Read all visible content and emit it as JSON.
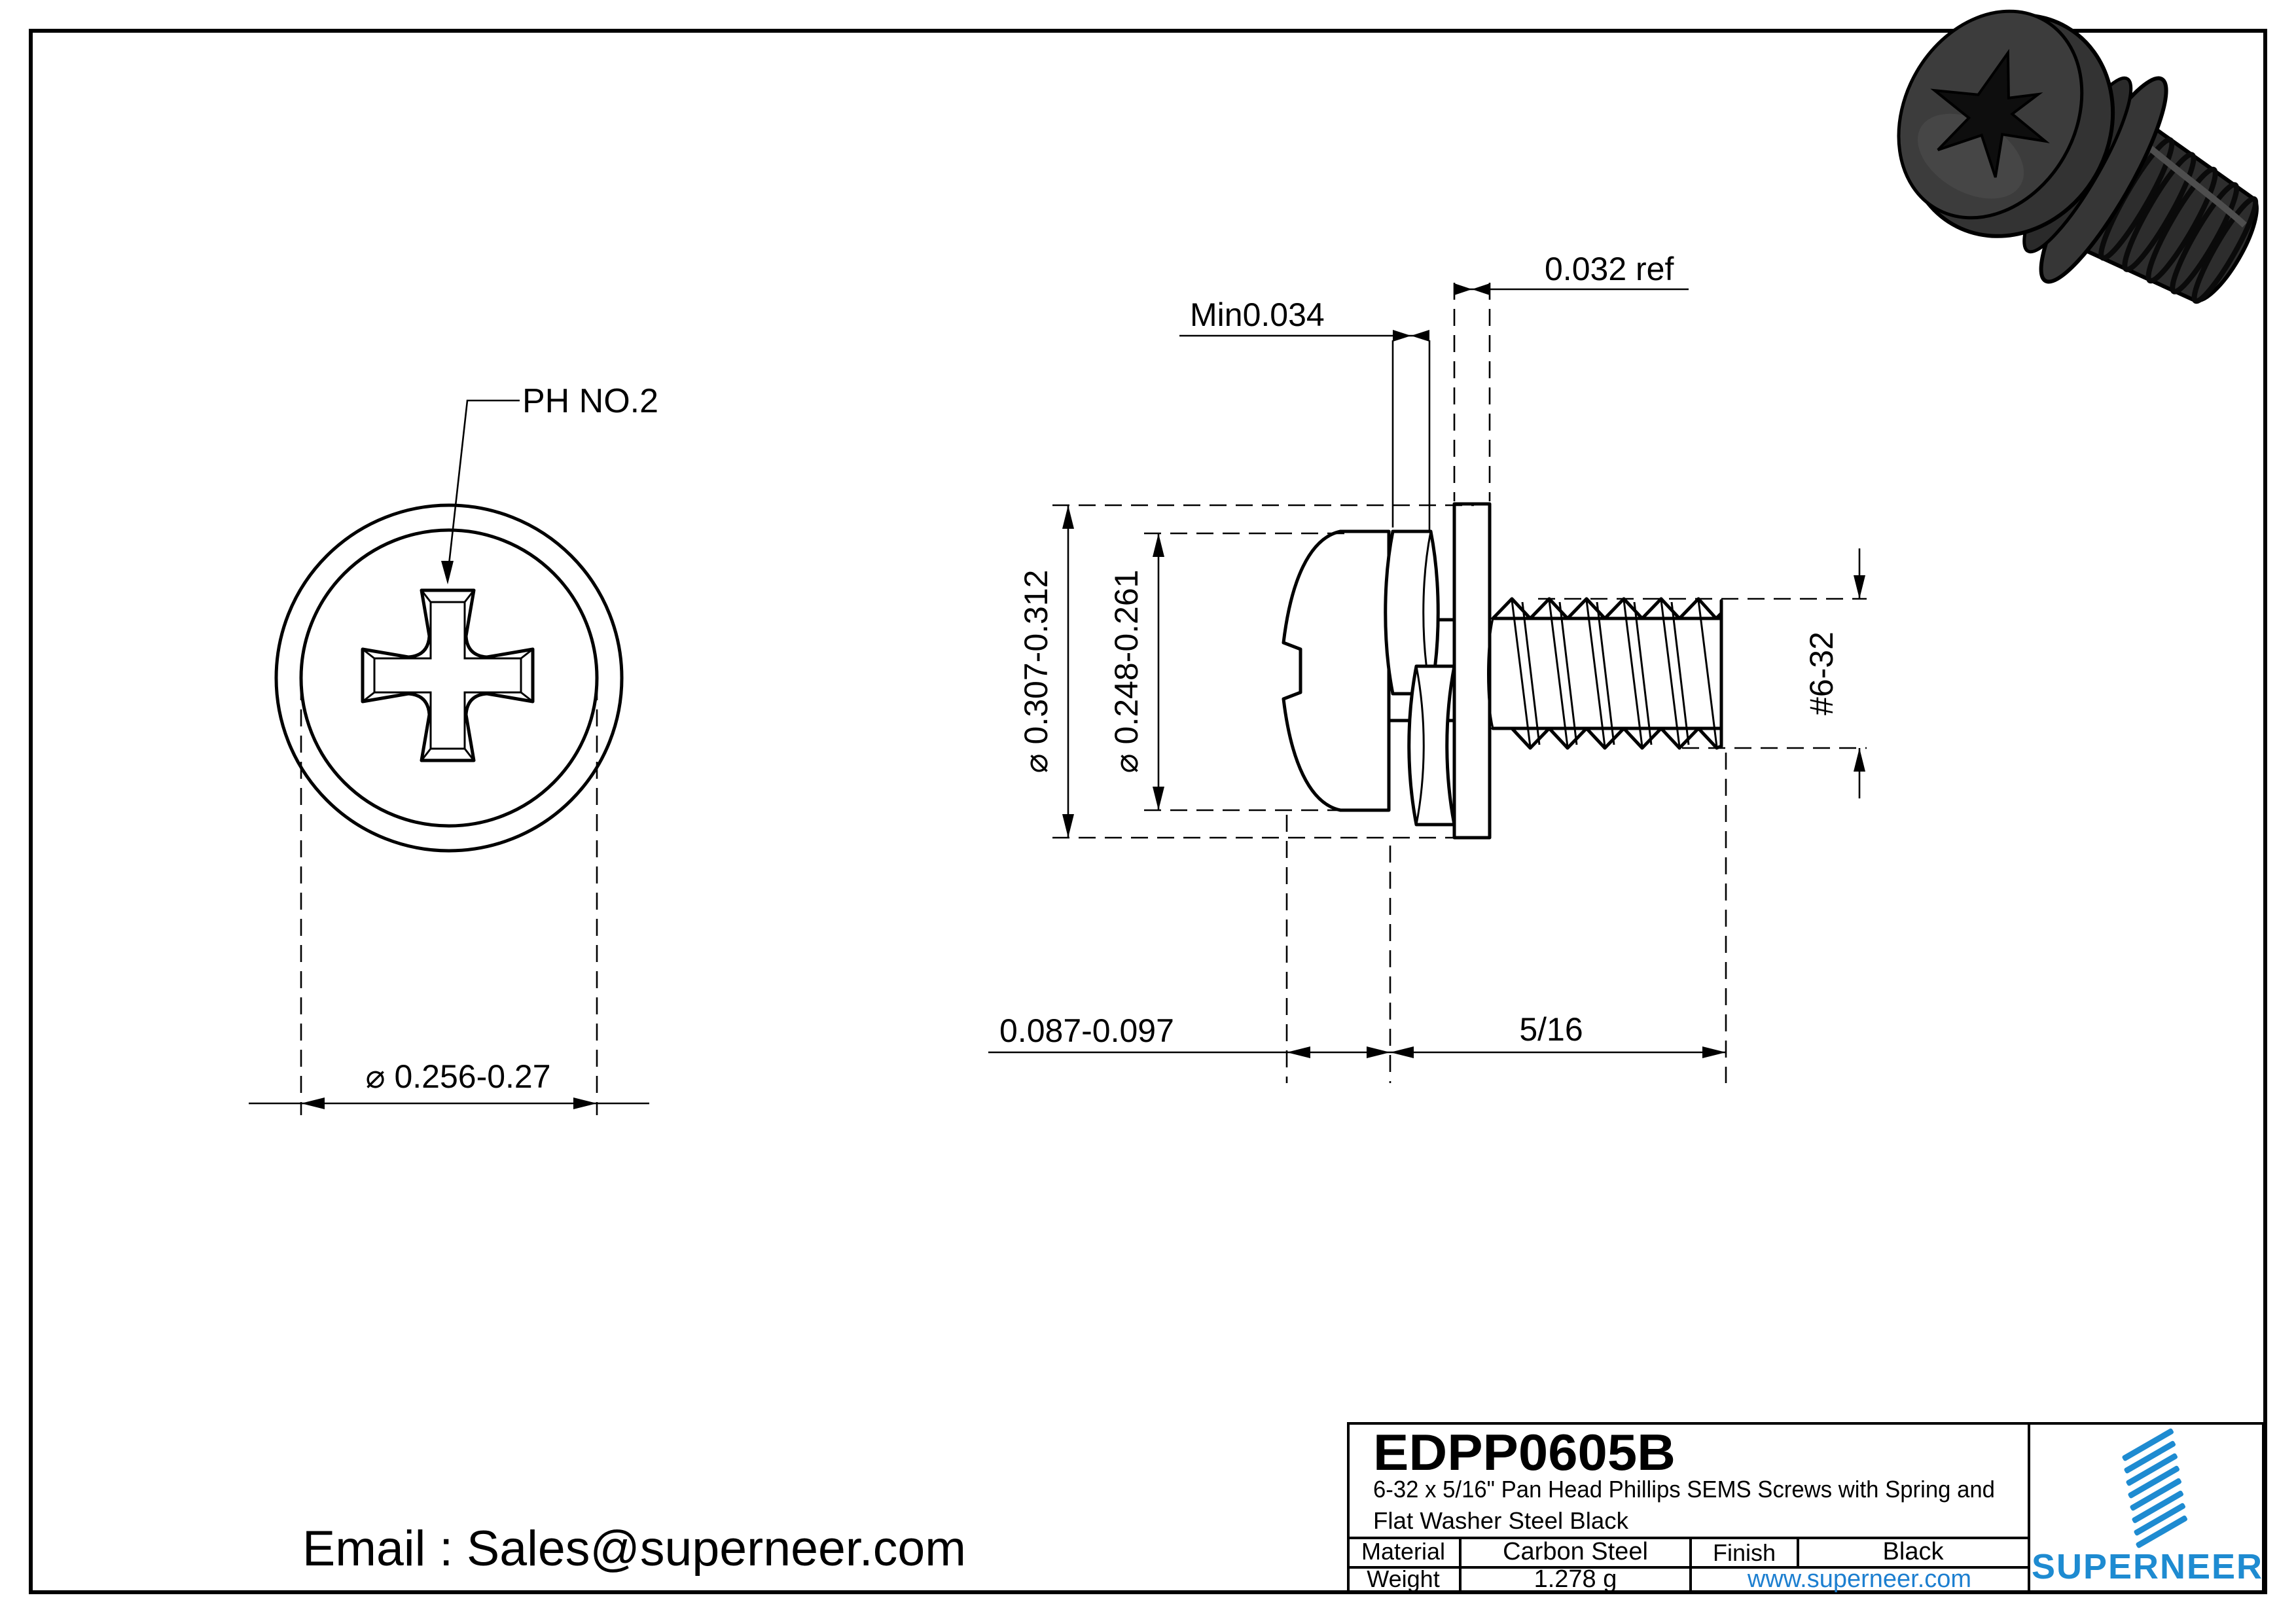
{
  "colors": {
    "line_black": "#000000",
    "brand_blue": "#1e8bd1",
    "link_blue": "#1d7fd0",
    "screw_dark": "#2e2e2e",
    "paper_white": "#ffffff"
  },
  "front_view": {
    "ph_label": "PH NO.2",
    "diameter_dim": "⌀ 0.256-0.27"
  },
  "side_view": {
    "washer_od_dim": "⌀ 0.307-0.312",
    "head_od_dim": "⌀ 0.248-0.261",
    "spring_min_dim": "Min0.034",
    "washer_thickness_dim": "0.032 ref",
    "thread_label": "#6-32",
    "head_height_dim": "0.087-0.097",
    "length_dim": "5/16"
  },
  "footer": {
    "email": "Email : Sales@superneer.com"
  },
  "title_block": {
    "part_number": "EDPP0605B",
    "description_line1": "6-32 x 5/16\" Pan Head Phillips SEMS Screws with Spring and",
    "description_line2": "Flat Washer Steel Black",
    "material_label": "Material",
    "material_value": "Carbon Steel",
    "finish_label": "Finish",
    "finish_value": "Black",
    "weight_label": "Weight",
    "weight_value": "1.278 g",
    "website": "www.superneer.com",
    "brand": "SUPERNEER"
  }
}
